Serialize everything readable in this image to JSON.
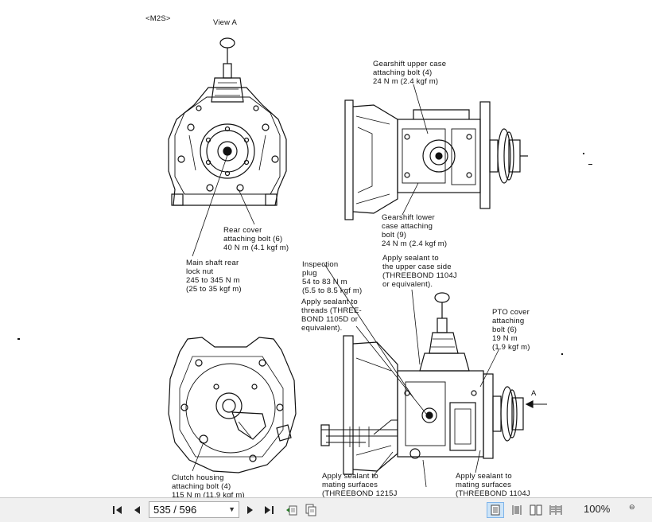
{
  "document": {
    "model_tag": "<M2S>",
    "view_a_title": "View A",
    "view_a_arrow_letter": "A",
    "labels": {
      "gearshift_upper": "Gearshift upper case\nattaching bolt (4)\n24 N m (2.4 kgf m)",
      "gearshift_lower": "Gearshift lower\ncase attaching\nbolt (9)\n24 N m (2.4 kgf m)",
      "rear_cover": "Rear cover\nattaching bolt (6)\n40 N m (4.1 kgf m)",
      "main_shaft": "Main shaft rear\nlock nut\n245 to 345 N m\n(25 to 35 kgf m)",
      "inspection_plug": "Inspection\nplug\n54 to 83 N m\n(5.5 to 8.5 kgf m)",
      "sealant_upper_case": "Apply sealant to\nthe upper case side\n(THREEBOND 1104J\nor equivalent).",
      "sealant_threads": "Apply sealant to\nthreads (THREE-\nBOND 1105D or\nequivalent).",
      "pto_cover": "PTO cover\nattaching\nbolt (6)\n19 N m\n(1.9 kgf m)",
      "clutch_housing": "Clutch housing\nattaching bolt (4)\n115 N m (11.9 kgf m)",
      "sealant_mating_left": "Apply sealant to\nmating surfaces\n(THREEBOND 1215J",
      "sealant_mating_right": "Apply sealant to\nmating surfaces\n(THREEBOND 1104J"
    }
  },
  "toolbar": {
    "page_indicator": "535 / 596",
    "zoom_level": "100%",
    "icons": [
      "first-page-icon",
      "previous-page-icon",
      "next-page-icon",
      "last-page-icon",
      "previous-view-icon",
      "next-view-icon",
      "single-page-icon",
      "continuous-icon",
      "facing-icon",
      "continuous-facing-icon",
      "zoom-dropdown-icon"
    ]
  }
}
